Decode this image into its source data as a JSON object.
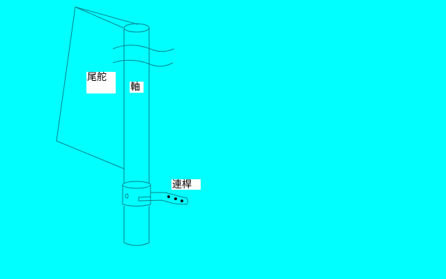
{
  "labels": {
    "rudder": "尾舵",
    "shaft": "軸",
    "link_rod": "連桿"
  },
  "colors": {
    "background": "#00ffff",
    "line": "#008080",
    "label_bg": "#ffffff"
  }
}
